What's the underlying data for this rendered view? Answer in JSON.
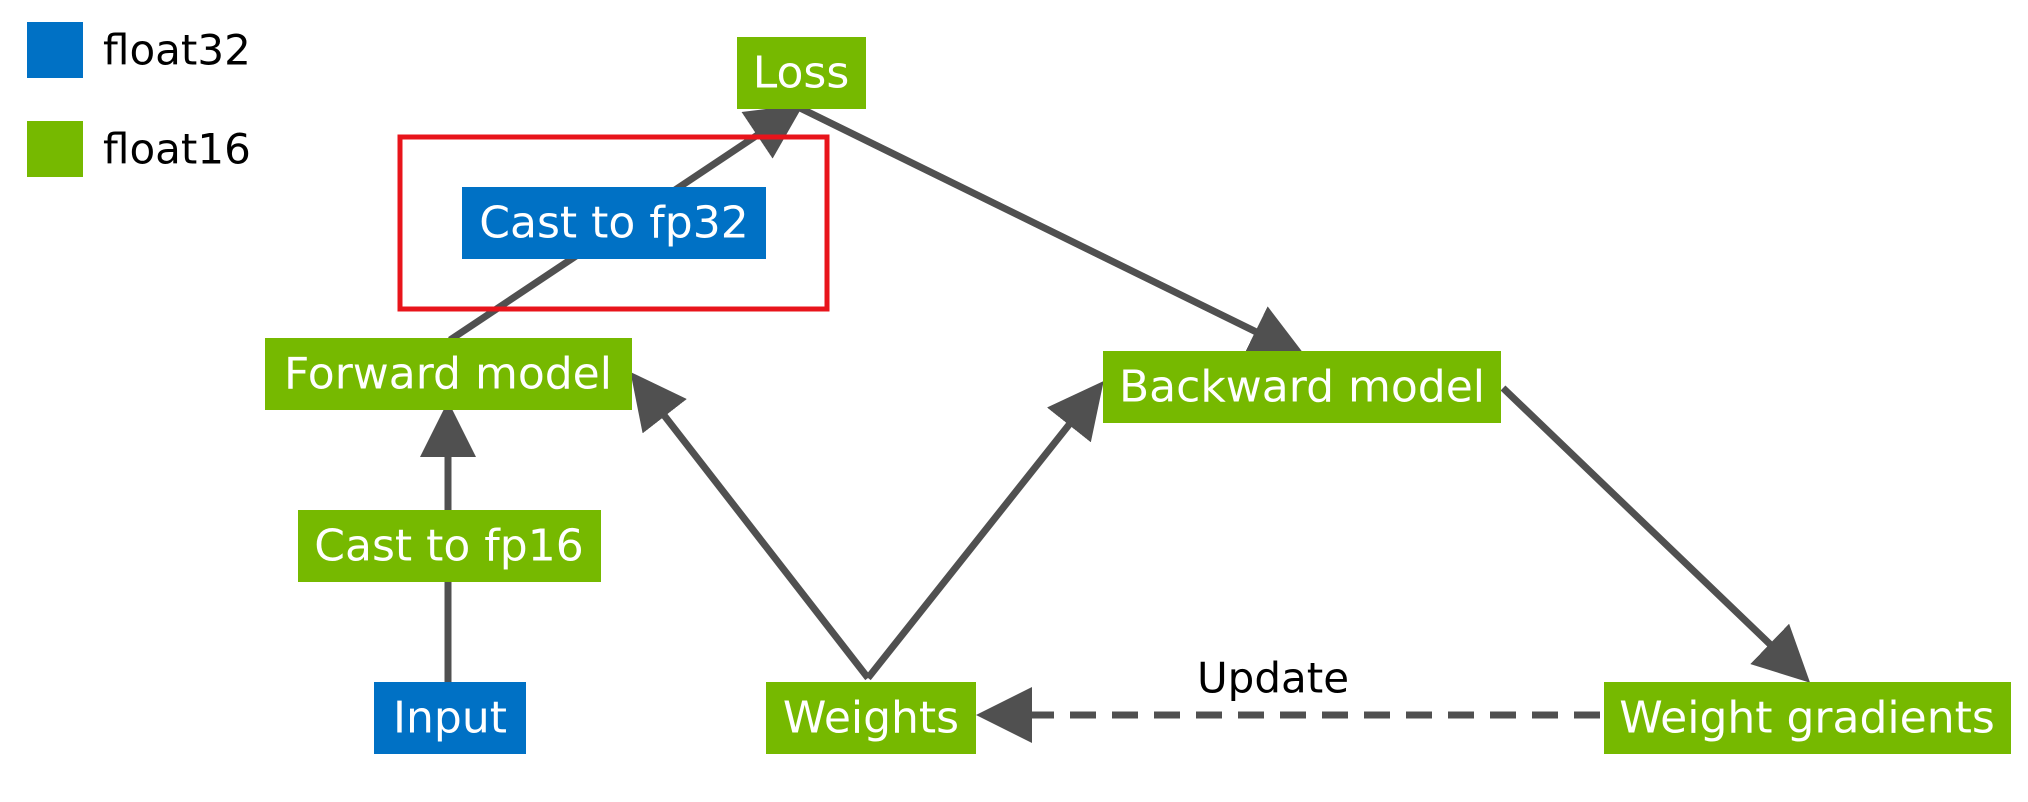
{
  "colors": {
    "float32": "#0071c5",
    "float16": "#76b900",
    "highlight": "#e8141b",
    "arrow": "#505050"
  },
  "legend": {
    "items": [
      {
        "label": "float32",
        "color": "#0071c5"
      },
      {
        "label": "float16",
        "color": "#76b900"
      }
    ]
  },
  "nodes": {
    "loss": {
      "label": "Loss",
      "dtype": "float16"
    },
    "cast_fp32": {
      "label": "Cast to fp32",
      "dtype": "float32"
    },
    "forward_model": {
      "label": "Forward model",
      "dtype": "float16"
    },
    "cast_fp16": {
      "label": "Cast to fp16",
      "dtype": "float16"
    },
    "input": {
      "label": "Input",
      "dtype": "float32"
    },
    "weights": {
      "label": "Weights",
      "dtype": "float16"
    },
    "backward_model": {
      "label": "Backward model",
      "dtype": "float16"
    },
    "weight_gradients": {
      "label": "Weight gradients",
      "dtype": "float16"
    }
  },
  "edges": {
    "update_label": "Update"
  }
}
